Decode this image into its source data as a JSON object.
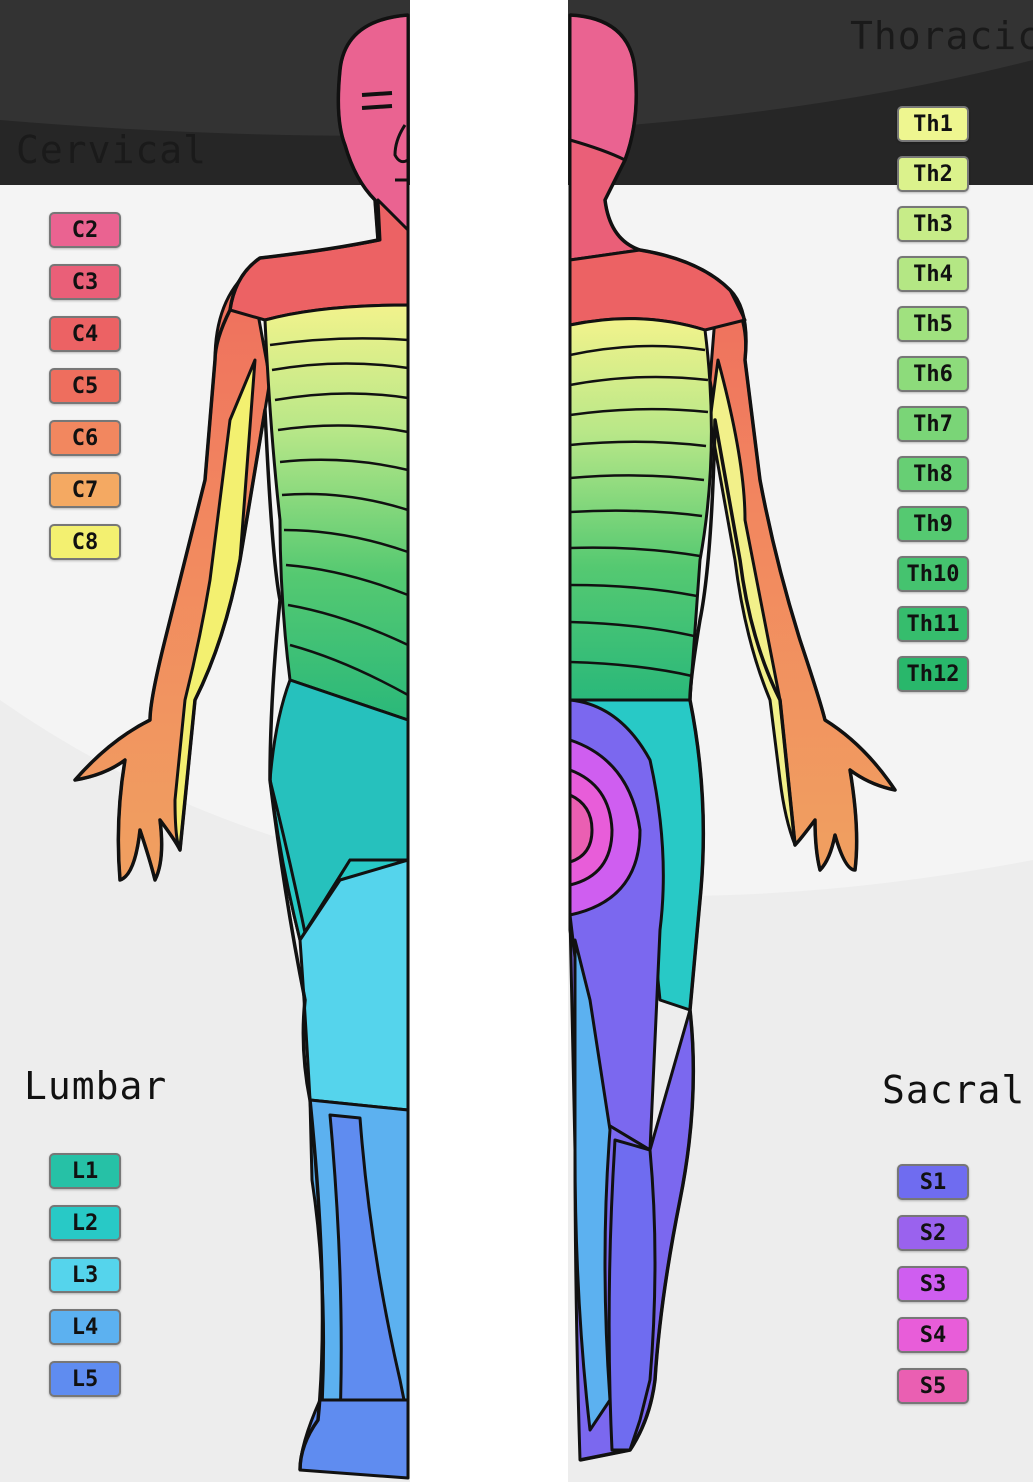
{
  "groups": {
    "cervical": {
      "title": "Cervical",
      "items": [
        {
          "label": "C2",
          "color": "#ea6391"
        },
        {
          "label": "C3",
          "color": "#ea5f78"
        },
        {
          "label": "C4",
          "color": "#ec6264"
        },
        {
          "label": "C5",
          "color": "#ee6e5e"
        },
        {
          "label": "C6",
          "color": "#f2875f"
        },
        {
          "label": "C7",
          "color": "#f4a962"
        },
        {
          "label": "C8",
          "color": "#f3f070"
        }
      ]
    },
    "thoracic": {
      "title": "Thoracic",
      "items": [
        {
          "label": "Th1",
          "color": "#eef690"
        },
        {
          "label": "Th2",
          "color": "#dbf28c"
        },
        {
          "label": "Th3",
          "color": "#c7ec88"
        },
        {
          "label": "Th4",
          "color": "#b4e784"
        },
        {
          "label": "Th5",
          "color": "#a0e17f"
        },
        {
          "label": "Th6",
          "color": "#8ddb7b"
        },
        {
          "label": "Th7",
          "color": "#7ad577"
        },
        {
          "label": "Th8",
          "color": "#67cf74"
        },
        {
          "label": "Th9",
          "color": "#55c971"
        },
        {
          "label": "Th10",
          "color": "#45c36f"
        },
        {
          "label": "Th11",
          "color": "#36bd6d"
        },
        {
          "label": "Th12",
          "color": "#29b76b"
        }
      ]
    },
    "lumbar": {
      "title": "Lumbar",
      "items": [
        {
          "label": "L1",
          "color": "#26c1a6"
        },
        {
          "label": "L2",
          "color": "#28c9c6"
        },
        {
          "label": "L3",
          "color": "#55d4ec"
        },
        {
          "label": "L4",
          "color": "#5cb1f0"
        },
        {
          "label": "L5",
          "color": "#5f8cf0"
        }
      ]
    },
    "sacral": {
      "title": "Sacral",
      "items": [
        {
          "label": "S1",
          "color": "#6f6cf0"
        },
        {
          "label": "S2",
          "color": "#9a62ee"
        },
        {
          "label": "S3",
          "color": "#cf5ef0"
        },
        {
          "label": "S4",
          "color": "#e85dd9"
        },
        {
          "label": "S5",
          "color": "#ea5fb2"
        }
      ]
    }
  },
  "colors": {
    "header_band": "#262626",
    "background": "#f4f4f4",
    "outline": "#111111"
  }
}
